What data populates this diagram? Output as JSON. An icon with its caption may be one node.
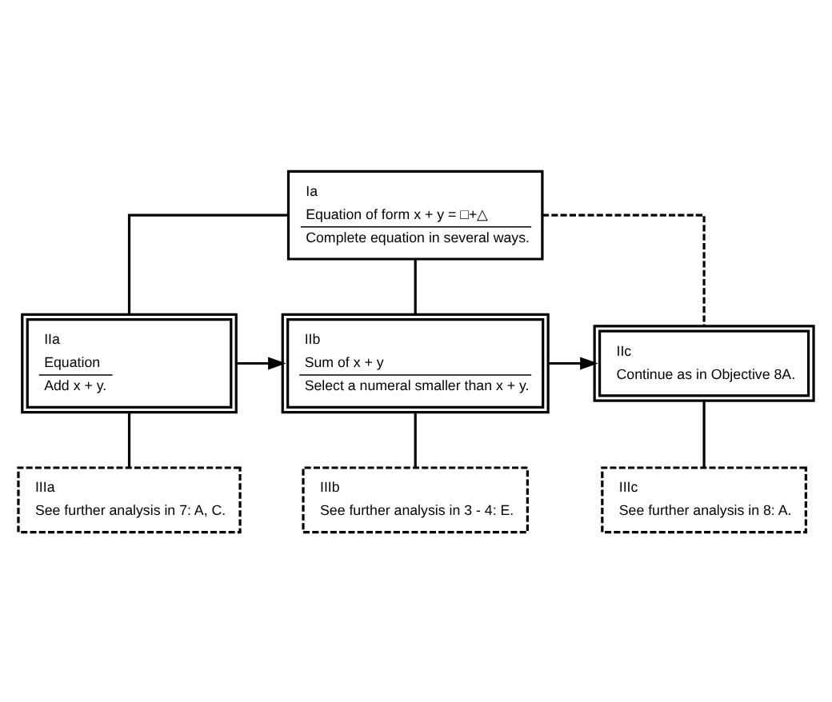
{
  "diagram": {
    "nodes": [
      {
        "text": [
          "Ia",
          "Equation of form x + y = □+△",
          "Complete equation in several ways."
        ]
      },
      {
        "text": [
          "IIa",
          "Equation",
          "Add x + y."
        ]
      },
      {
        "text": [
          "IIb",
          "Sum of x + y",
          "Select a numeral smaller than x + y."
        ]
      },
      {
        "text": [
          "IIc",
          "Continue as in Objective 8A."
        ]
      },
      {
        "text": [
          "IIIa",
          "See further analysis in 7: A, C."
        ]
      },
      {
        "text": [
          "IIIb",
          "See further analysis in 3 - 4: E."
        ]
      },
      {
        "text": [
          "IIIc",
          "See further analysis in 8: A."
        ]
      }
    ],
    "edges": [
      {
        "from": 0,
        "to": 1,
        "arrow": "none"
      },
      {
        "from": 0,
        "to": 2,
        "arrow": "none"
      },
      {
        "from": 0,
        "to": 3,
        "arrow": "none",
        "style": "dashed"
      },
      {
        "from": 1,
        "to": 2,
        "arrow": "to"
      },
      {
        "from": 2,
        "to": 3,
        "arrow": "to"
      },
      {
        "from": 1,
        "to": 4,
        "arrow": "none"
      },
      {
        "from": 2,
        "to": 5,
        "arrow": "none"
      },
      {
        "from": 3,
        "to": 6,
        "arrow": "none"
      }
    ]
  }
}
